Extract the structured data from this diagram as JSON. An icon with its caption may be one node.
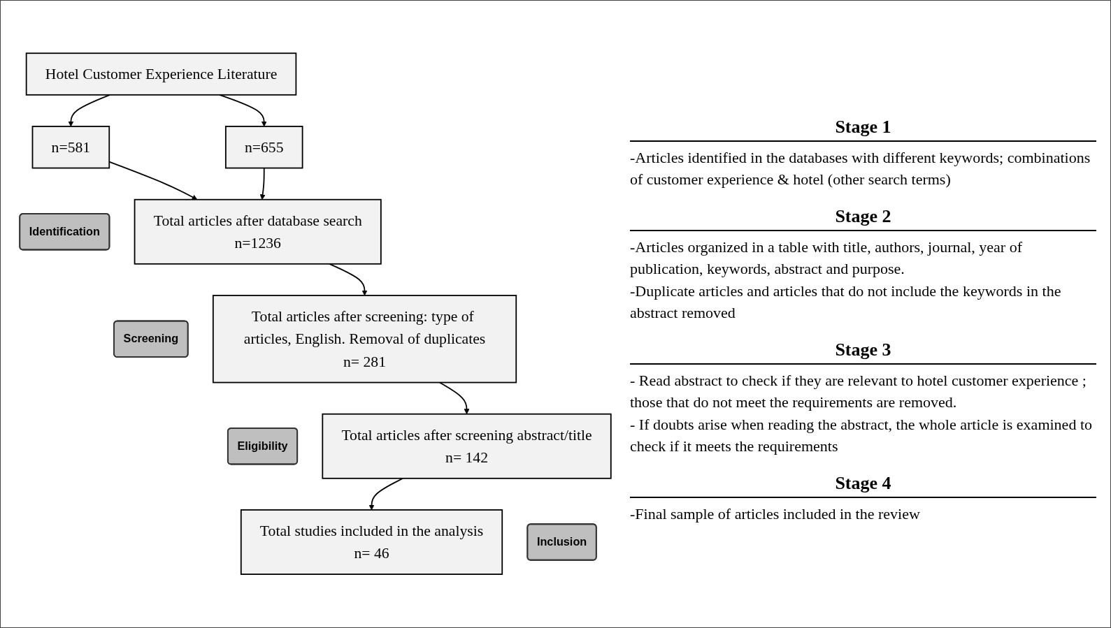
{
  "diagram": {
    "nodes": [
      {
        "text": [
          "Hotel Customer Experience Literature"
        ]
      },
      {
        "text": [
          "n=581"
        ]
      },
      {
        "text": [
          "n=655"
        ]
      },
      {
        "text": [
          "Identification"
        ]
      },
      {
        "text": [
          "Total articles after database search",
          "n=1236"
        ]
      },
      {
        "text": [
          "Screening"
        ]
      },
      {
        "text": [
          "Total articles after screening: type of articles, English. Removal of duplicates",
          "n= 281"
        ]
      },
      {
        "text": [
          "Eligibility"
        ]
      },
      {
        "text": [
          "Total articles after screening abstract/title",
          "n= 142"
        ]
      },
      {
        "text": [
          "Inclusion"
        ]
      },
      {
        "text": [
          "Total studies included in the analysis",
          "n= 46"
        ]
      }
    ],
    "edges": [
      {
        "from": 0,
        "to": 1,
        "arrow": "to"
      },
      {
        "from": 0,
        "to": 2,
        "arrow": "to"
      },
      {
        "from": 1,
        "to": 4,
        "arrow": "to"
      },
      {
        "from": 2,
        "to": 4,
        "arrow": "to"
      },
      {
        "from": 4,
        "to": 6,
        "arrow": "to"
      },
      {
        "from": 6,
        "to": 8,
        "arrow": "to"
      },
      {
        "from": 8,
        "to": 10,
        "arrow": "to"
      }
    ],
    "labels": [
      "Stage 1",
      "-Articles identified in the databases with different keywords; combinations of customer experience & hotel (other search terms)",
      "Stage 2",
      "-Articles organized in a table with title, authors, journal, year of publication, keywords, abstract and purpose.",
      "-Duplicate articles and articles that do not include the keywords in the abstract removed",
      "Stage 3",
      "- Read abstract to check if they are relevant to hotel customer experience ; those that do not meet the requirements are removed.",
      "- If doubts arise when reading the abstract, the whole article is examined to check if it meets the requirements",
      "Stage 4",
      "-Final sample of articles included in the review"
    ]
  }
}
